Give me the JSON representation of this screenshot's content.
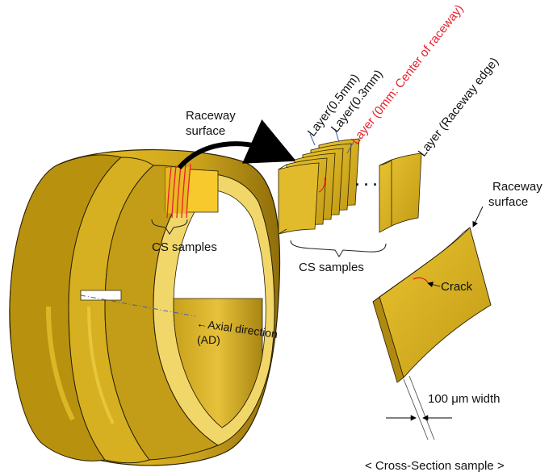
{
  "labels": {
    "raceway_surface_left": [
      "Raceway",
      "surface"
    ],
    "cs_samples_left": "CS samples",
    "axial_direction": [
      "←Axial direction",
      "(AD)"
    ],
    "layer_05": "Layer(0.5mm)",
    "layer_03": "Layer(0.3mm)",
    "layer_center": "Layer (0mm: Center of raceway)",
    "layer_edge": "Layer (Raceway edge)",
    "ellipsis": "· · ·",
    "cs_samples_right": "CS samples",
    "raceway_surface_right": [
      "Raceway",
      "surface"
    ],
    "crack": "Crack",
    "width": "100 μm width",
    "caption": "< Cross-Section sample >"
  },
  "colors": {
    "gold_light": "#e8c227",
    "gold_mid": "#c9a11c",
    "gold_dark": "#8a6a08",
    "highlight": "#f7d43b",
    "cut_red": "#e8202a",
    "label_red": "#e8202a",
    "outline": "#2a2000"
  }
}
